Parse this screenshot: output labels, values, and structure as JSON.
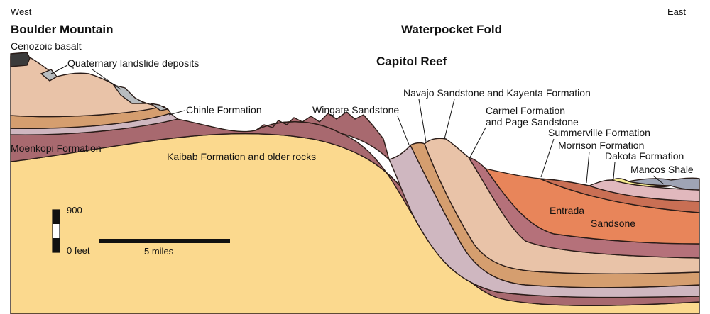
{
  "directions": {
    "west": "West",
    "east": "East"
  },
  "places": {
    "boulder_mountain": "Boulder Mountain",
    "waterpocket_fold": "Waterpocket Fold",
    "capitol_reef": "Capitol Reef"
  },
  "formations": {
    "cenozoic_basalt": "Cenozoic basalt",
    "quaternary_landslide": "Quaternary landslide deposits",
    "chinle": "Chinle Formation",
    "moenkopi": "Moenkopi Formation",
    "kaibab": "Kaibab Formation and older rocks",
    "wingate": "Wingate Sandstone",
    "navajo_kayenta": "Navajo Sandstone and Kayenta Formation",
    "carmel_line1": "Carmel Formation",
    "carmel_line2": "and Page Sandstone",
    "summerville": "Summerville Formation",
    "morrison": "Morrison Formation",
    "dakota": "Dakota Formation",
    "mancos": "Mancos Shale",
    "entrada_line1": "Entrada",
    "entrada_line2": "Sandsone"
  },
  "scale": {
    "vertical_top": "900",
    "vertical_bottom": "0 feet",
    "horizontal": "5 miles"
  },
  "colors": {
    "kaibab": "#fbd98e",
    "moenkopi": "#a8696f",
    "chinle": "#cfb7c0",
    "wingate": "#d59e6f",
    "navajo": "#e9c3a8",
    "carmel": "#b5717a",
    "entrada": "#e8855a",
    "summerville": "#c96f54",
    "morrison": "#e1b8bd",
    "dakota": "#f6ec8f",
    "mancos": "#9fa4b5",
    "basalt": "#3b3b3b",
    "landslide": "#b8bcbf"
  }
}
